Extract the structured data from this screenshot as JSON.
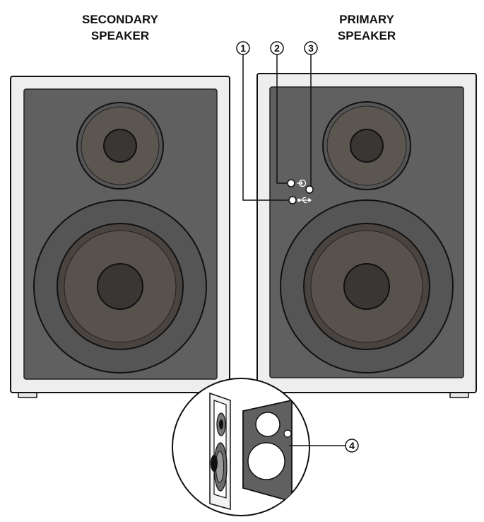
{
  "labels": {
    "secondary_line1": "SECONDARY",
    "secondary_line2": "SPEAKER",
    "primary_line1": "PRIMARY",
    "primary_line2": "SPEAKER"
  },
  "callouts": {
    "c1": "1",
    "c2": "2",
    "c3": "3",
    "c4": "4"
  },
  "icons": {
    "indicator_2": "input-icon",
    "indicator_1": "usb-icon",
    "indicator_3": "status-light-icon"
  },
  "colors": {
    "cabinet": "#eeeeee",
    "grille": "#606060",
    "cone": "#4a4440",
    "outline": "#111111"
  }
}
